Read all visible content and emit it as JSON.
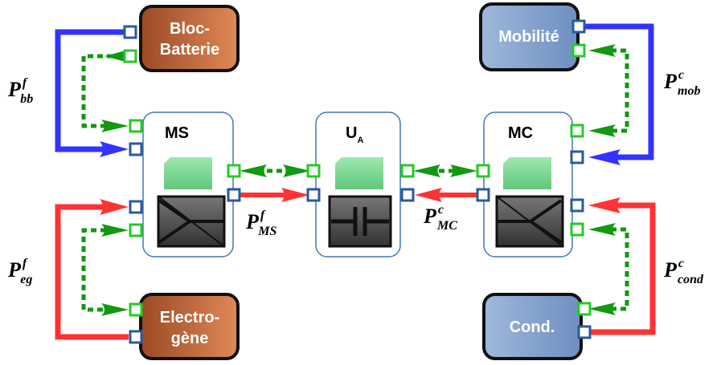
{
  "sources": {
    "bloc_batterie": {
      "line1": "Bloc-",
      "line2": "Batterie"
    },
    "electrogene": {
      "line1": "Electro-",
      "line2": "gène"
    },
    "mobilite": {
      "label": "Mobilité"
    },
    "cond": {
      "label": "Cond."
    }
  },
  "converters": {
    "ms": {
      "label": "MS"
    },
    "ua": {
      "main": "U",
      "sub": "A"
    },
    "mc": {
      "label": "MC"
    }
  },
  "powers": {
    "bb": {
      "base": "P",
      "sup": "f",
      "sub": "bb"
    },
    "eg": {
      "base": "P",
      "sup": "f",
      "sub": "eg"
    },
    "ms": {
      "base": "P",
      "sup": "f",
      "sub": "MS"
    },
    "mc": {
      "base": "P",
      "sup": "c",
      "sub": "MC"
    },
    "mob": {
      "base": "P",
      "sup": "c",
      "sub": "mob"
    },
    "cond": {
      "base": "P",
      "sup": "c",
      "sub": "cond"
    }
  },
  "colors": {
    "energy_blue": "#3333ff",
    "energy_red": "#ff3333",
    "control_green": "#119911",
    "port_blue": "#2a5a9a",
    "port_green": "#22cc22",
    "source_orange": "#c0652f",
    "source_blue": "#8aaad0",
    "frame_blue": "#4477bb",
    "chip_green": "#88dd99"
  }
}
